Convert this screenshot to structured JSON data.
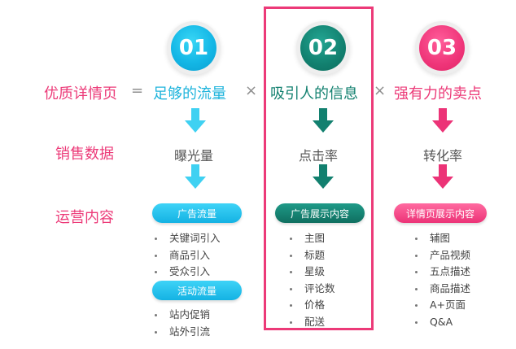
{
  "colors": {
    "pink": "#ec3a78",
    "cyan": "#1fb4dc",
    "teal": "#12806f"
  },
  "circles": [
    "01",
    "02",
    "03"
  ],
  "row1": {
    "label": "优质详情页",
    "equals": "=",
    "c1": "足够的流量",
    "times1": "×",
    "c2": "吸引人的信息",
    "times2": "×",
    "c3": "强有力的卖点"
  },
  "row2": {
    "label": "销售数据",
    "c1": "曝光量",
    "c2": "点击率",
    "c3": "转化率"
  },
  "row3": {
    "label": "运营内容"
  },
  "col1": {
    "pill1": "广告流量",
    "list1": [
      "关键词引入",
      "商品引入",
      "受众引入"
    ],
    "pill2": "活动流量",
    "list2": [
      "站内促销",
      "站外引流"
    ]
  },
  "col2": {
    "pill": "广告展示内容",
    "list": [
      "主图",
      "标题",
      "星级",
      "评论数",
      "价格",
      "配送"
    ]
  },
  "col3": {
    "pill": "详情页展示内容",
    "list": [
      "辅图",
      "产品视频",
      "五点描述",
      "商品描述",
      "A+页面",
      "Q&A"
    ]
  }
}
